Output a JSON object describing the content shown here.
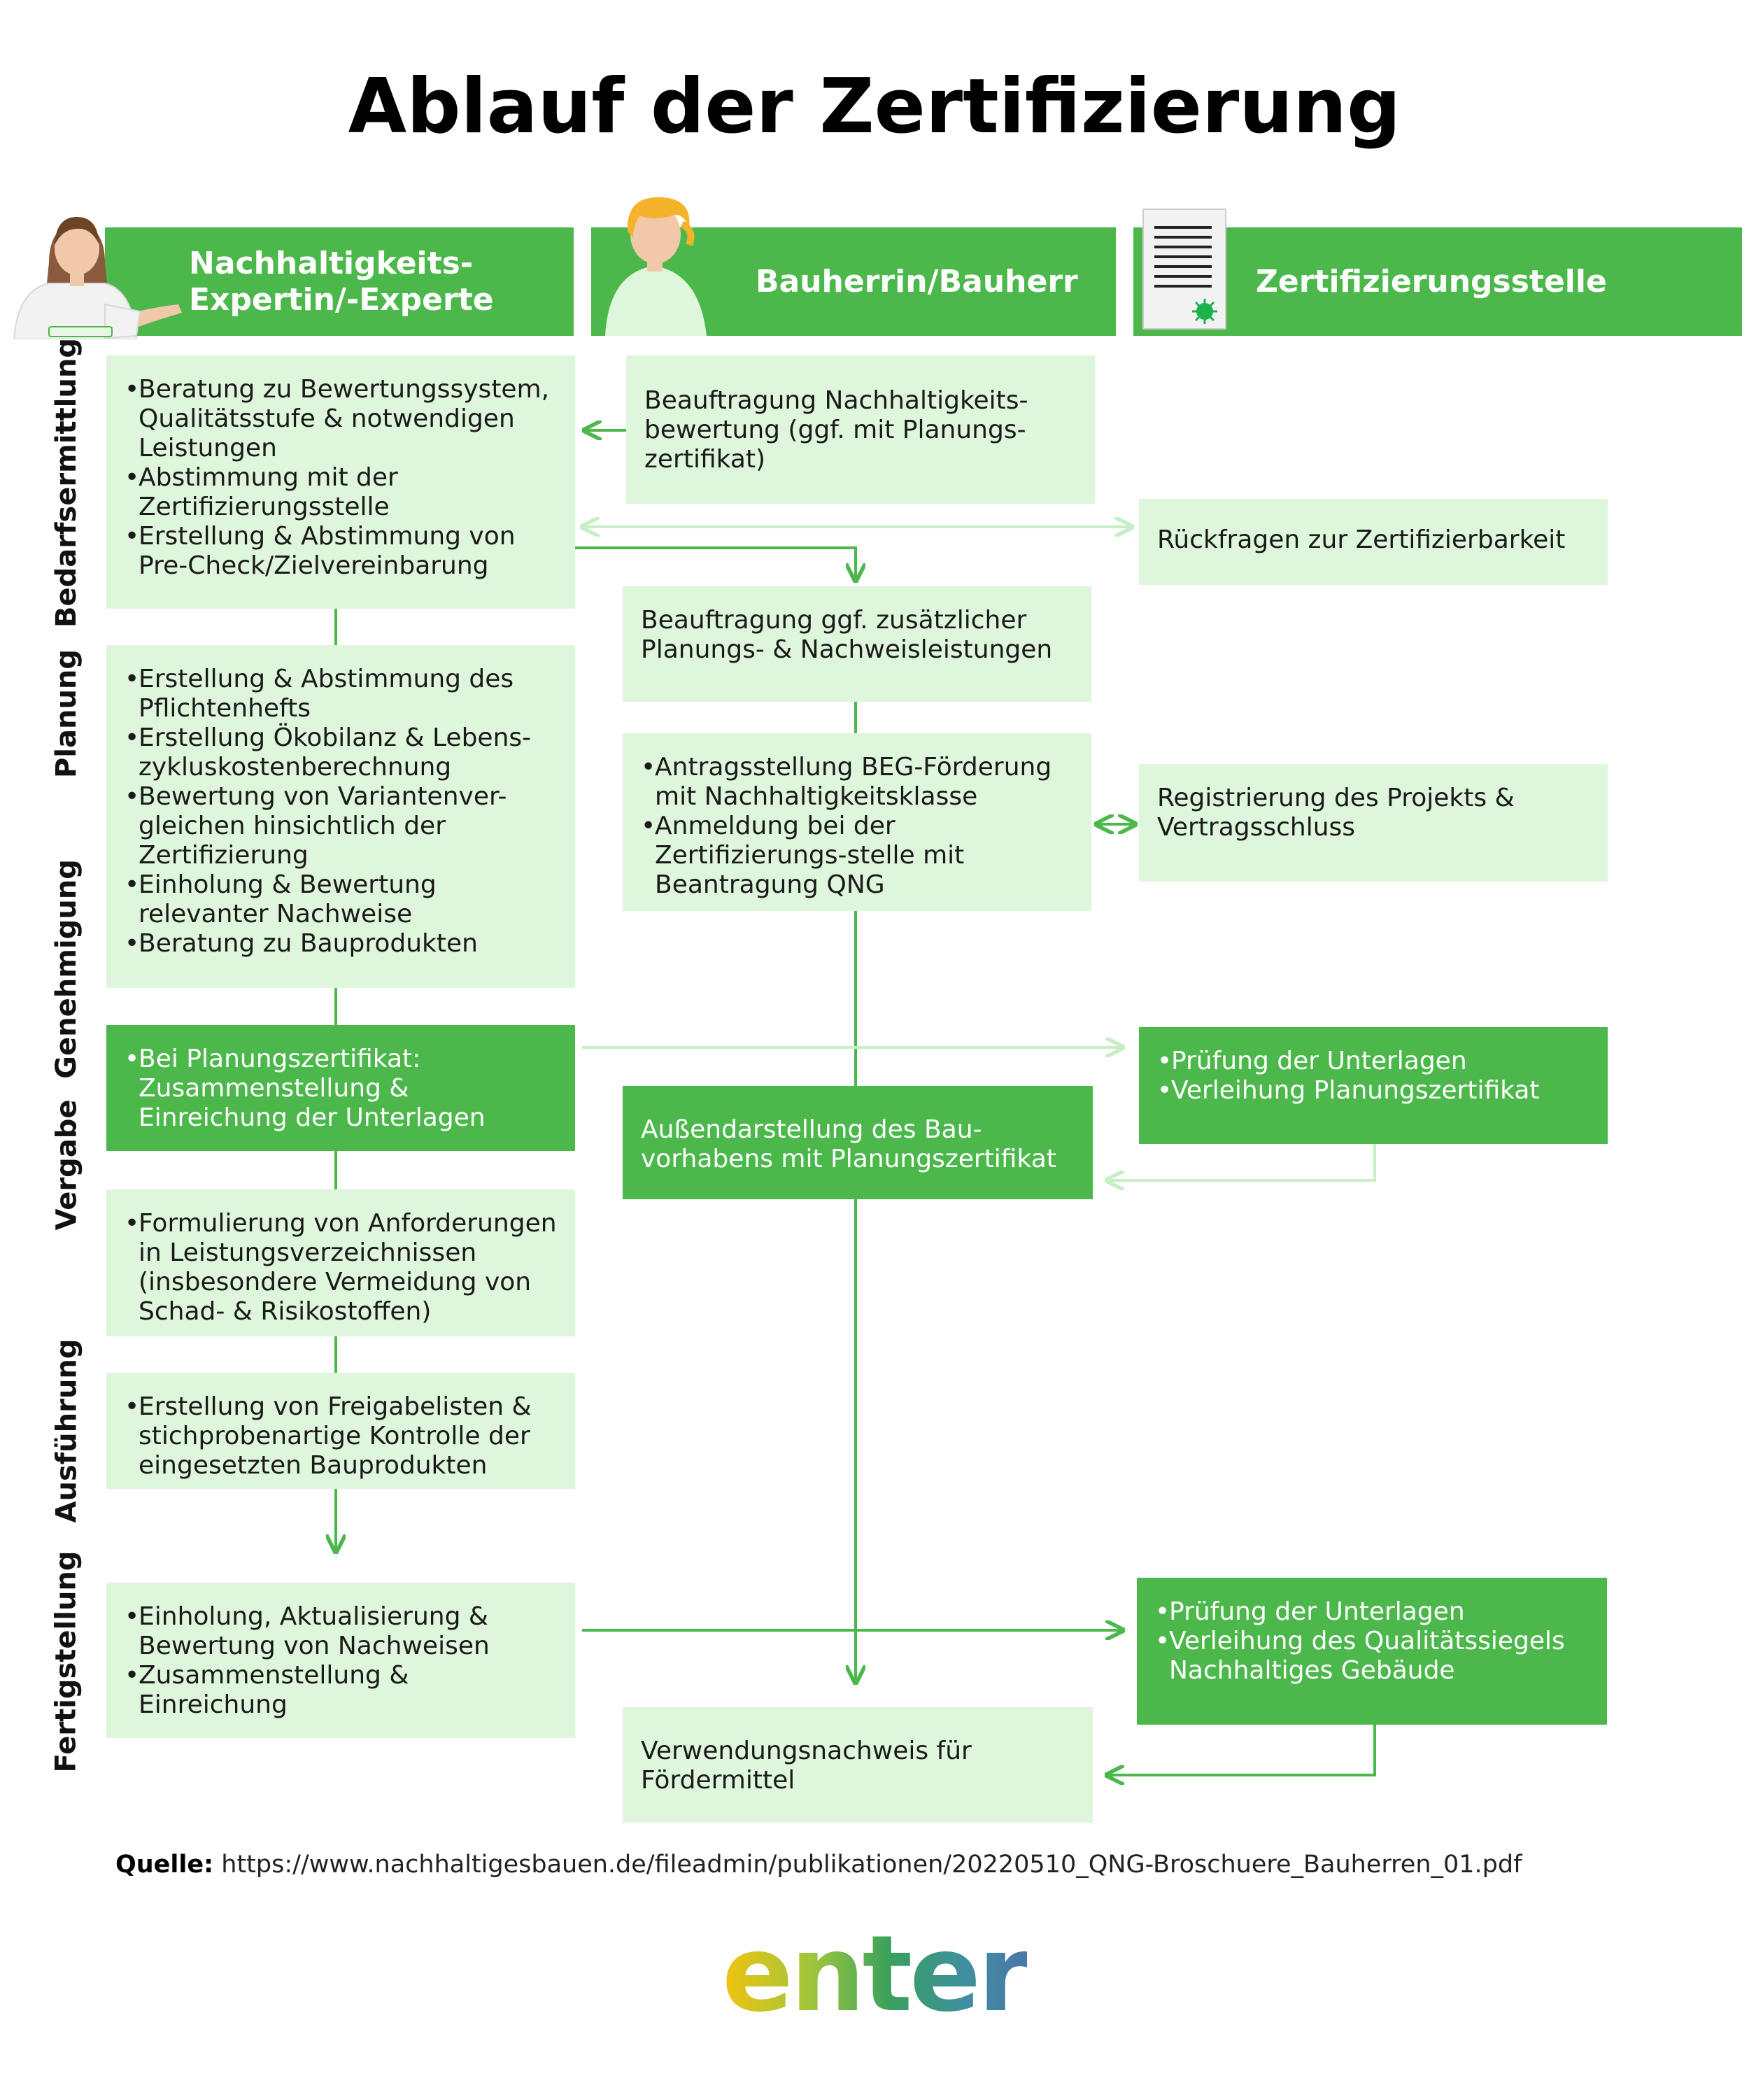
{
  "title": "Ablauf der Zertifizierung",
  "columns": [
    {
      "label": "Nachhaltigkeits-\nExpertin/-Experte"
    },
    {
      "label": "Bauherrin/Bauherr"
    },
    {
      "label": "Zertifizierungsstelle"
    }
  ],
  "phases": [
    "Bedarfsermittlung",
    "Planung",
    "Genehmigung",
    "Vergabe",
    "Ausführung",
    "Fertigstellung"
  ],
  "expert_boxes": [
    {
      "items": [
        "Beratung zu Bewertungssystem, Qualitätsstufe & notwendigen Leistungen",
        "Abstimmung mit der Zertifizierungsstelle",
        "Erstellung & Abstimmung von Pre-Check/Zielvereinbarung"
      ]
    },
    {
      "items": [
        "Erstellung & Abstimmung des Pflichtenhefts",
        "Erstellung Ökobilanz & Lebens-zykluskostenberechnung",
        "Bewertung von Variantenver-gleichen hinsichtlich der Zertifizierung",
        "Einholung & Bewertung relevanter Nachweise",
        "Beratung zu Bauprodukten"
      ]
    },
    {
      "items": [
        "Bei Planungszertifikat: Zusammenstellung & Einreichung der Unterlagen"
      ]
    },
    {
      "items": [
        "Formulierung von Anforderungen in Leistungsverzeichnissen (insbesondere Vermeidung von Schad- & Risikostoffen)"
      ]
    },
    {
      "items": [
        "Erstellung von Freigabelisten & stichprobenartige Kontrolle der eingesetzten Bauprodukten"
      ]
    },
    {
      "items": [
        "Einholung, Aktualisierung & Bewertung von Nachweisen",
        "Zusammenstellung & Einreichung"
      ]
    }
  ],
  "owner_boxes": [
    {
      "text": "Beauftragung Nachhaltigkeits-bewertung (ggf. mit Planungs-zertifikat)"
    },
    {
      "text": "Beauftragung ggf. zusätzlicher Planungs- & Nachweisleistungen"
    },
    {
      "items": [
        "Antragsstellung BEG-Förderung mit Nachhaltigkeitsklasse",
        "Anmeldung bei der Zertifizierungs-stelle mit Beantragung QNG"
      ]
    },
    {
      "text": "Außendarstellung des Bau-vorhabens mit Planungszertifikat"
    },
    {
      "text": "Verwendungsnachweis für Fördermittel"
    }
  ],
  "cert_boxes": [
    {
      "text": "Rückfragen zur Zertifizierbarkeit"
    },
    {
      "text": "Registrierung des Projekts & Vertragsschluss"
    },
    {
      "items": [
        "Prüfung der Unterlagen",
        "Verleihung Planungszertifikat"
      ]
    },
    {
      "items": [
        "Prüfung der Unterlagen",
        "Verleihung des Qualitätssiegels Nachhaltiges Gebäude"
      ]
    }
  ],
  "source": {
    "label": "Quelle:",
    "url": "https://www.nachhaltigesbauen.de/fileadmin/publikationen/20220510_QNG-Broschuere_Bauherren_01.pdf"
  },
  "logo": "enter",
  "colors": {
    "accent": "#4cb84c",
    "box_light": "#def6db",
    "arrow_light": "#c7eec4"
  },
  "icons": [
    "expert-avatar-icon",
    "owner-avatar-icon",
    "certificate-document-icon"
  ]
}
